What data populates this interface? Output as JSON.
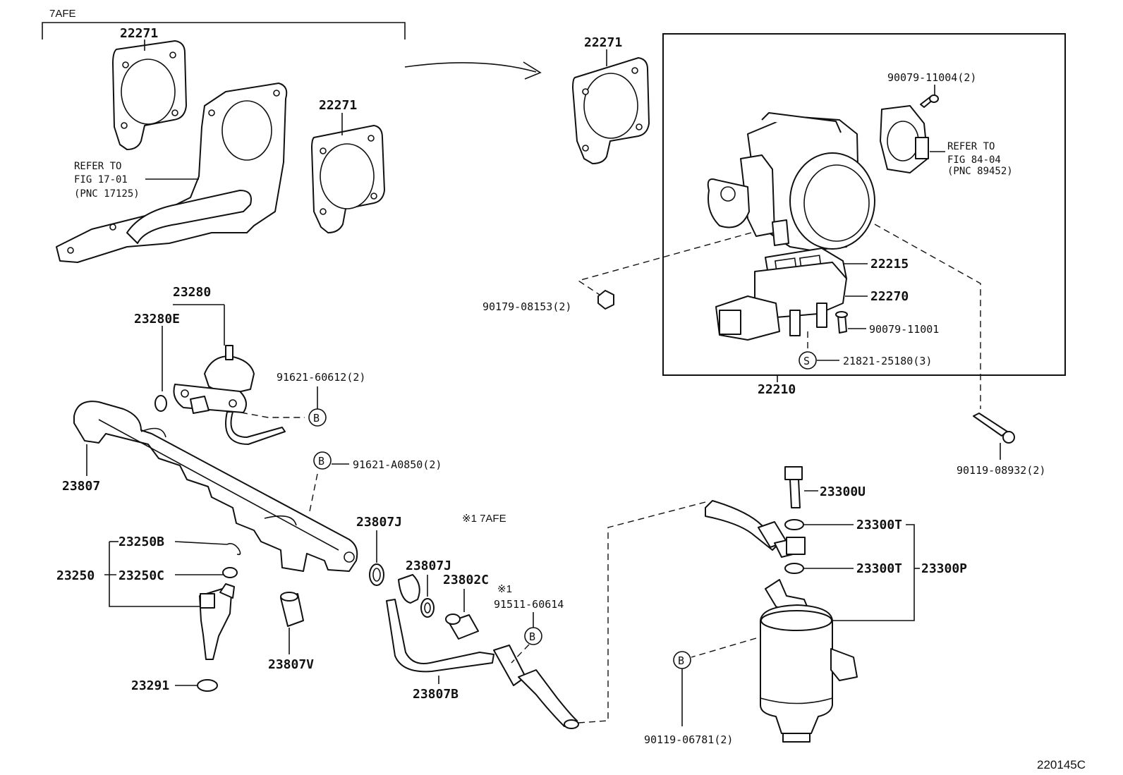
{
  "figure_ref": "220145C",
  "variant_note": "7AFE",
  "footnote": "※1 7AFE",
  "refer_17": {
    "l1": "REFER TO",
    "l2": "FIG 17-01",
    "l3": "(PNC 17125)"
  },
  "refer_84": {
    "l1": "REFER TO",
    "l2": "FIG 84-04",
    "l3": "(PNC 89452)"
  },
  "parts": {
    "p22271_a": "22271",
    "p22271_b": "22271",
    "p22271_c": "22271",
    "p90079_11004": "90079-11004(2)",
    "p22215": "22215",
    "p22270": "22270",
    "p90079_11001": "90079-11001",
    "p21821_25180": "21821-25180(3)",
    "p22210": "22210",
    "p90179_08153": "90179-08153(2)",
    "p90119_08932": "90119-08932(2)",
    "p23280": "23280",
    "p23280E": "23280E",
    "p91621_60612": "91621-60612(2)",
    "p91621_A0850": "91621-A0850(2)",
    "p23807": "23807",
    "p23807J_a": "23807J",
    "p23807J_b": "23807J",
    "p23802C": "23802C",
    "mark_1": "※1",
    "p91511_60614": "91511-60614",
    "p23250B": "23250B",
    "p23250": "23250",
    "p23250C": "23250C",
    "p23807V": "23807V",
    "p23807B": "23807B",
    "p23291": "23291",
    "p23300U": "23300U",
    "p23300T_a": "23300T",
    "p23300T_b": "23300T",
    "p23300P": "23300P",
    "p90119_06781": "90119-06781(2)"
  },
  "markers": {
    "b": "B",
    "s": "S"
  }
}
